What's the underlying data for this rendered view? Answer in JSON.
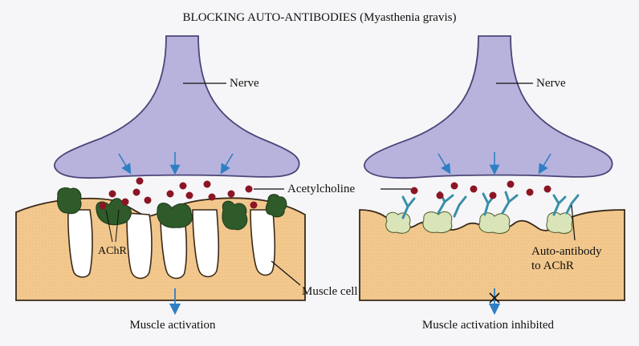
{
  "title": "BLOCKING AUTO-ANTIBODIES (Myasthenia gravis)",
  "labels": {
    "nerve_left": "Nerve",
    "nerve_right": "Nerve",
    "acetylcholine": "Acetylcholine",
    "achr": "AChR",
    "muscle_cell": "Muscle cell",
    "auto_antibody_line1": "Auto-antibody",
    "auto_antibody_line2": "to AChR"
  },
  "outcomes": {
    "left": "Muscle activation",
    "right": "Muscle activation inhibited"
  },
  "colors": {
    "nerve": "#b7b3dd",
    "nerve_stroke": "#4a4678",
    "muscle": "#f2c88e",
    "muscle_stroke": "#3a2a1a",
    "receptor_active": "#2f5a2a",
    "receptor_blocked": "#d9e4b8",
    "acetylcholine": "#8c1525",
    "arrow": "#2f7fc4",
    "antibody": "#3a8fa8"
  },
  "icons": {
    "blocked_marker": "x-cross-icon"
  }
}
